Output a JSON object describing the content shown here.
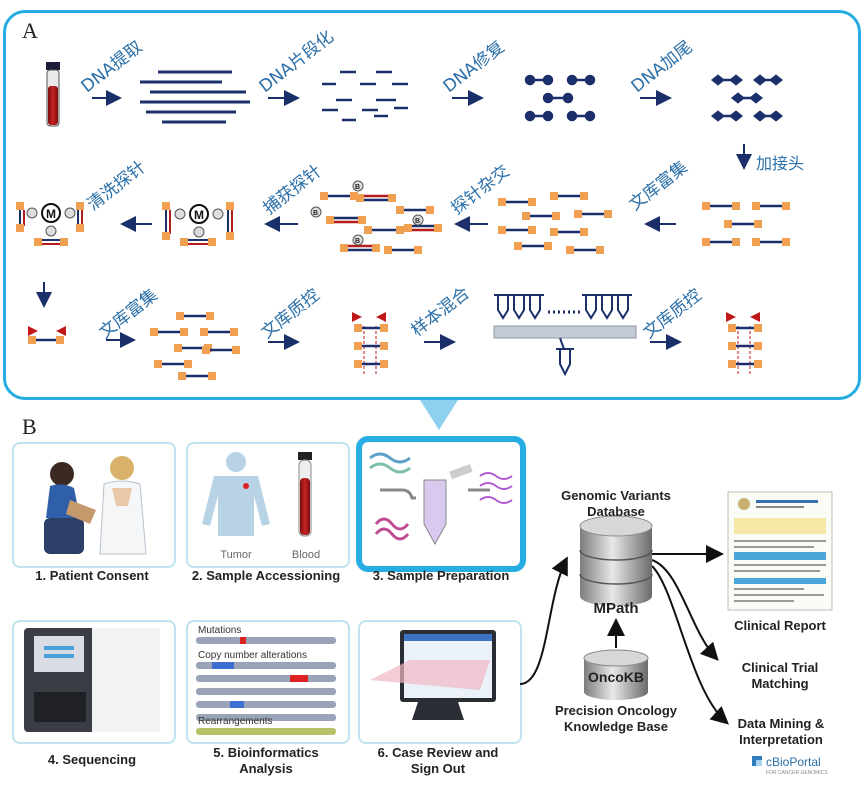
{
  "panel_a": {
    "letter": "A",
    "steps": {
      "extract": "DNA提取",
      "fragment": "DNA片段化",
      "repair": "DNA修复",
      "tailing": "DNA加尾",
      "adapter": "加接头",
      "enrich1": "文库富集",
      "hybrid": "探针杂交",
      "capture": "捕获探针",
      "wash": "清洗探针",
      "enrich2": "文库富集",
      "qc1": "文库质控",
      "pool": "样本混合",
      "qc2": "文库质控"
    },
    "probe_labels": {
      "bead": "M",
      "biotin": "B"
    }
  },
  "panel_b": {
    "letter": "B",
    "steps": [
      {
        "caption": "1. Patient Consent"
      },
      {
        "caption": "2. Sample Accessioning",
        "labels": [
          "Tumor",
          "Blood"
        ]
      },
      {
        "caption": "3. Sample Preparation"
      },
      {
        "caption": "4. Sequencing"
      },
      {
        "caption": "5. Bioinformatics\nAnalysis",
        "labels": [
          "Mutations",
          "Copy number alterations",
          "Rearrangements"
        ]
      },
      {
        "caption": "6. Case Review and\nSign Out"
      }
    ],
    "database": {
      "title": "Genomic Variants\nDatabase",
      "name": "MPath"
    },
    "oncokb": {
      "logo": "OncoKB",
      "caption": "Precision Oncology\nKnowledge Base"
    },
    "outputs": [
      "Clinical Report",
      "Clinical Trial\nMatching",
      "Data Mining &\nInterpretation"
    ],
    "cbioportal": {
      "name": "cBioPortal",
      "tagline": "FOR CANCER GENOMICS"
    },
    "report": {
      "title": "Memorial Sloan Kettering Cancer Center",
      "subtitle": "MSK-IMPACT Clinical Report"
    }
  },
  "colors": {
    "frame": "#26aee3",
    "dna": "#1b2f6b",
    "adapter": "#f0a050",
    "blood": "#b51c1c",
    "text_blue": "#2a6fa8"
  }
}
